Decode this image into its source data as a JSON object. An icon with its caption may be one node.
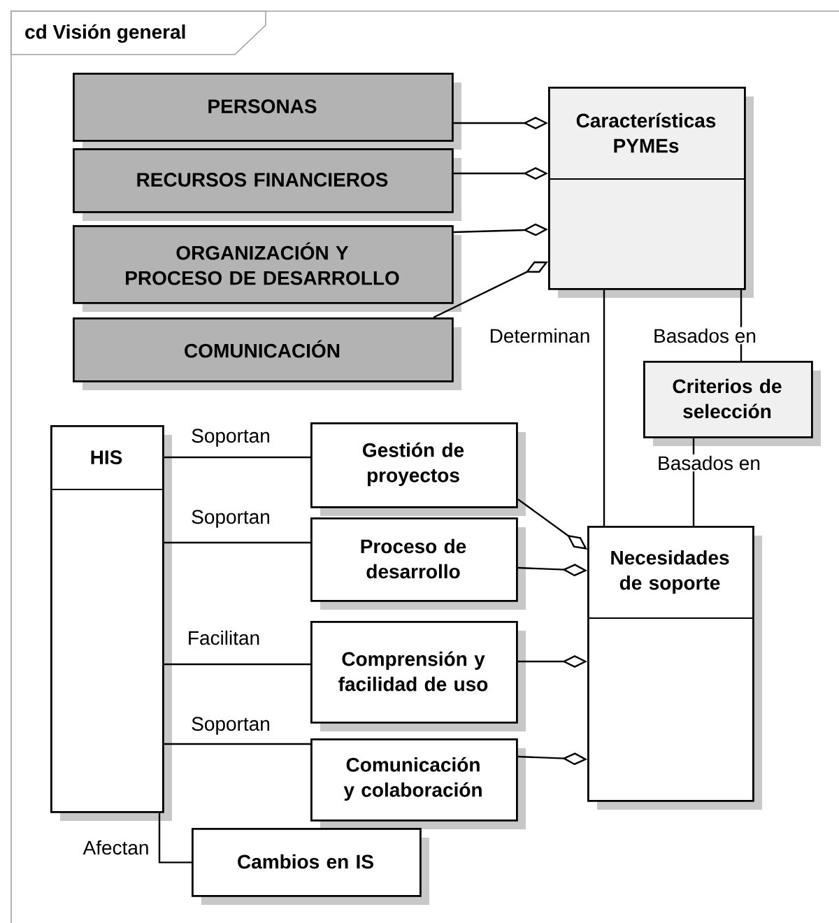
{
  "diagram": {
    "title": "cd Visión general",
    "nodes": [
      {
        "text": [
          "PERSONAS"
        ]
      },
      {
        "text": [
          "RECURSOS FINANCIEROS"
        ]
      },
      {
        "text": [
          "ORGANIZACIÓN Y PROCESO DE DESARROLLO"
        ]
      },
      {
        "text": [
          "COMUNICACIÓN"
        ]
      },
      {
        "text": [
          "Características PYMEs"
        ]
      },
      {
        "text": [
          "Criterios de selección"
        ]
      },
      {
        "text": [
          "HIS"
        ]
      },
      {
        "text": [
          "Gestión de proyectos"
        ]
      },
      {
        "text": [
          "Proceso de desarrollo"
        ]
      },
      {
        "text": [
          "Comprensión y facilidad de uso"
        ]
      },
      {
        "text": [
          "Comunicación y colaboración"
        ]
      },
      {
        "text": [
          "Necesidades de soporte"
        ]
      },
      {
        "text": [
          "Cambios en IS"
        ]
      }
    ],
    "edges": [
      {
        "from": 0,
        "to": 4,
        "arrow": "other"
      },
      {
        "from": 1,
        "to": 4,
        "arrow": "other"
      },
      {
        "from": 2,
        "to": 4,
        "arrow": "other"
      },
      {
        "from": 3,
        "to": 4,
        "arrow": "other"
      },
      {
        "from": 4,
        "to": 11,
        "arrow": "none",
        "label": "Determinan"
      },
      {
        "from": 4,
        "to": 5,
        "arrow": "none",
        "label": "Basados en"
      },
      {
        "from": 5,
        "to": 11,
        "arrow": "none",
        "label": "Basados en"
      },
      {
        "from": 6,
        "to": 7,
        "arrow": "none",
        "label": "Soportan"
      },
      {
        "from": 6,
        "to": 8,
        "arrow": "none",
        "label": "Soportan"
      },
      {
        "from": 6,
        "to": 9,
        "arrow": "none",
        "label": "Facilitan"
      },
      {
        "from": 6,
        "to": 10,
        "arrow": "none",
        "label": "Soportan"
      },
      {
        "from": 6,
        "to": 12,
        "arrow": "none",
        "label": "Afectan"
      },
      {
        "from": 7,
        "to": 11,
        "arrow": "other"
      },
      {
        "from": 8,
        "to": 11,
        "arrow": "other"
      },
      {
        "from": 9,
        "to": 11,
        "arrow": "other"
      },
      {
        "from": 10,
        "to": 11,
        "arrow": "other"
      }
    ]
  }
}
